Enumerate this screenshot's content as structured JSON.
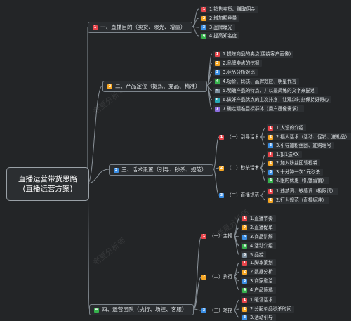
{
  "root": {
    "line1": "直播运营带货思路",
    "line2": "(直播运营方案)"
  },
  "watermark": "老夏分析师",
  "colors": {
    "background": "#232527",
    "line": "#8a9299",
    "text": "#dfe3e6"
  },
  "branches": [
    {
      "num": "1",
      "label": "一、直播目的（卖货、曝光、增量）",
      "children": [
        {
          "num": "1",
          "label": "1.销售卖货、赚取佣金"
        },
        {
          "num": "2",
          "label": "2.增加粉丝量"
        },
        {
          "num": "3",
          "label": "3.品牌曝光"
        },
        {
          "num": "4",
          "label": "4.提高知名度"
        }
      ]
    },
    {
      "num": "2",
      "label": "二、产品定位（提炼、竞品、精准）",
      "children": [
        {
          "num": "1",
          "label": "1.提炼商品的卖点(围绕客户画像)"
        },
        {
          "num": "2",
          "label": "2.品牌卖点的挖掘"
        },
        {
          "num": "3",
          "label": "3.竞品分析对比"
        },
        {
          "num": "4",
          "label": "4.功价、比质、品牌效应、明星代言"
        },
        {
          "num": "5",
          "label": "5.明确产品的特点，并以最简练的文字来描述"
        },
        {
          "num": "6",
          "label": "6.做好产品优点的主次排序，让观众时刻保持好奇心"
        },
        {
          "num": "7",
          "label": "7.确定精准目标群体（用户画像需求）"
        }
      ]
    },
    {
      "num": "3",
      "label": "三、话术设置（引导、秒杀、规范）",
      "children": [
        {
          "num": "1",
          "label": "（一）引导话术",
          "children": [
            {
              "num": "1",
              "label": "1.人设的介绍"
            },
            {
              "num": "2",
              "label": "2.福人话术（活动、促销、送礼品）"
            },
            {
              "num": "3",
              "label": "3.引导加粉丝团、加购理号"
            }
          ]
        },
        {
          "num": "2",
          "label": "（二）秒杀话术",
          "children": [
            {
              "num": "1",
              "label": "1.扣1送XX"
            },
            {
              "num": "2",
              "label": "2.加入粉丝团领福袋"
            },
            {
              "num": "3",
              "label": "3.十分钟一次1元秒杀"
            },
            {
              "num": "4",
              "label": "4.限时优惠（饥饿营销）"
            }
          ]
        },
        {
          "num": "3",
          "label": "（三）直播规范",
          "children": [
            {
              "num": "1",
              "label": "1.违禁词、敏感词（极限词）"
            },
            {
              "num": "2",
              "label": "2.行为规范（直播标准）"
            }
          ]
        }
      ]
    },
    {
      "num": "4",
      "label": "四、运营团队（执行、场控、客服）",
      "children": [
        {
          "num": "1",
          "label": "（一）主播",
          "children": [
            {
              "num": "1",
              "label": "1.直播节奏"
            },
            {
              "num": "2",
              "label": "2.直播促单"
            },
            {
              "num": "3",
              "label": "3.商品讲解"
            },
            {
              "num": "4",
              "label": "4.活动介绍"
            },
            {
              "num": "5",
              "label": "5.品控"
            }
          ]
        },
        {
          "num": "2",
          "label": "（二）执行",
          "children": [
            {
              "num": "1",
              "label": "1.脚本策划"
            },
            {
              "num": "2",
              "label": "2.数据分析"
            },
            {
              "num": "3",
              "label": "3.商家邀洽"
            },
            {
              "num": "4",
              "label": "4.产品筛选"
            }
          ]
        },
        {
          "num": "3",
          "label": "（三）场控",
          "children": [
            {
              "num": "1",
              "label": "1.暖场话术"
            },
            {
              "num": "2",
              "label": "2.分配单品秒杀时间"
            },
            {
              "num": "3",
              "label": "3.活动引导"
            }
          ]
        }
      ]
    }
  ]
}
